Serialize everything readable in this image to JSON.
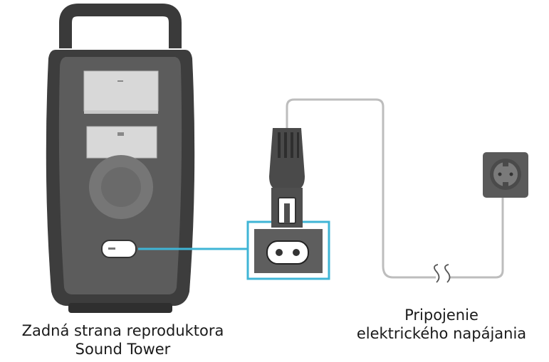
{
  "captions": {
    "speaker_back_line1": "Zadná strana reproduktora",
    "speaker_back_line2": "Sound Tower",
    "power_line1": "Pripojenie",
    "power_line2": "elektrického napájania"
  },
  "colors": {
    "speaker_body": "#5b5b5b",
    "speaker_frame": "#3a3a3a",
    "panel": "#d6d6d6",
    "highlight": "#3fb5d6",
    "cable": "#bdbdbd",
    "plug": "#4a4a4a"
  }
}
